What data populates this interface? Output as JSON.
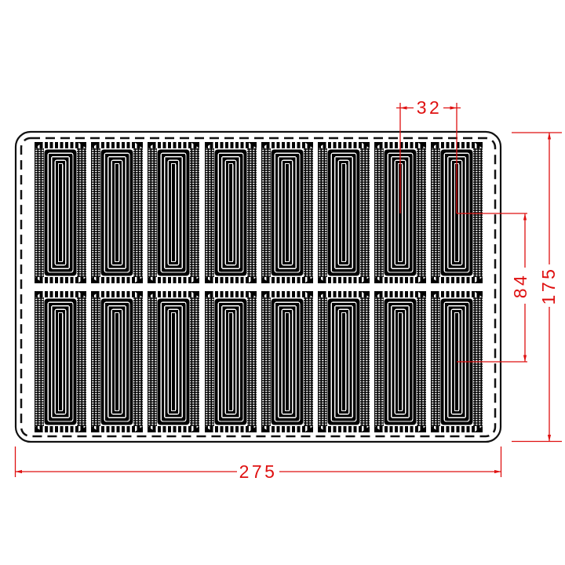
{
  "drawing": {
    "type": "technical-drawing",
    "dimensions": {
      "cavity_pitch": "32",
      "row_center_distance": "84",
      "overall_width": "275",
      "overall_height": "175"
    },
    "grid": {
      "rows": 2,
      "columns": 8,
      "cavity_count": 16
    },
    "colors": {
      "outline": "#111111",
      "dimension": "#df1111",
      "cavity_fill": "#000000",
      "background": "#ffffff"
    }
  }
}
